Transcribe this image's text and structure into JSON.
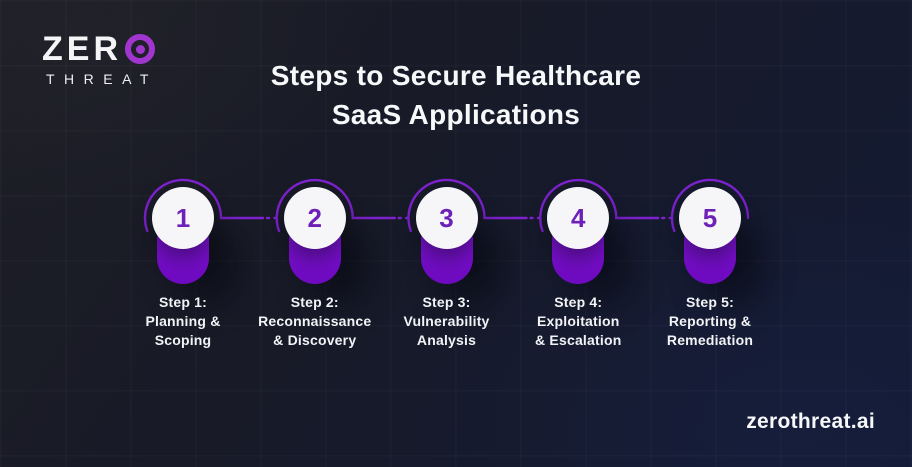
{
  "logo": {
    "letters": "ZER",
    "o_icon": "target-icon",
    "subtitle": "THREAT"
  },
  "title": {
    "line1": "Steps to Secure Healthcare",
    "line2": "SaaS Applications"
  },
  "steps": [
    {
      "number": "1",
      "label_lines": [
        "Step 1:",
        "Planning &",
        "Scoping"
      ]
    },
    {
      "number": "2",
      "label_lines": [
        "Step 2:",
        "Reconnaissance",
        "& Discovery"
      ]
    },
    {
      "number": "3",
      "label_lines": [
        "Step 3:",
        "Vulnerability",
        "Analysis"
      ]
    },
    {
      "number": "4",
      "label_lines": [
        "Step 4:",
        "Exploitation",
        "& Escalation"
      ]
    },
    {
      "number": "5",
      "label_lines": [
        "Step 5:",
        "Reporting &",
        "Remediation"
      ]
    }
  ],
  "footer": {
    "website": "zerothreat.ai"
  },
  "colors": {
    "background_navy": "#151a2e",
    "accent_purple": "#7a0ed0",
    "arc_purple": "#7e22d0",
    "number_purple": "#6d21b8",
    "circle_white": "#f6f6f9",
    "logo_ring_purple": "#a136cf",
    "text_white": "#f7f8fa"
  }
}
